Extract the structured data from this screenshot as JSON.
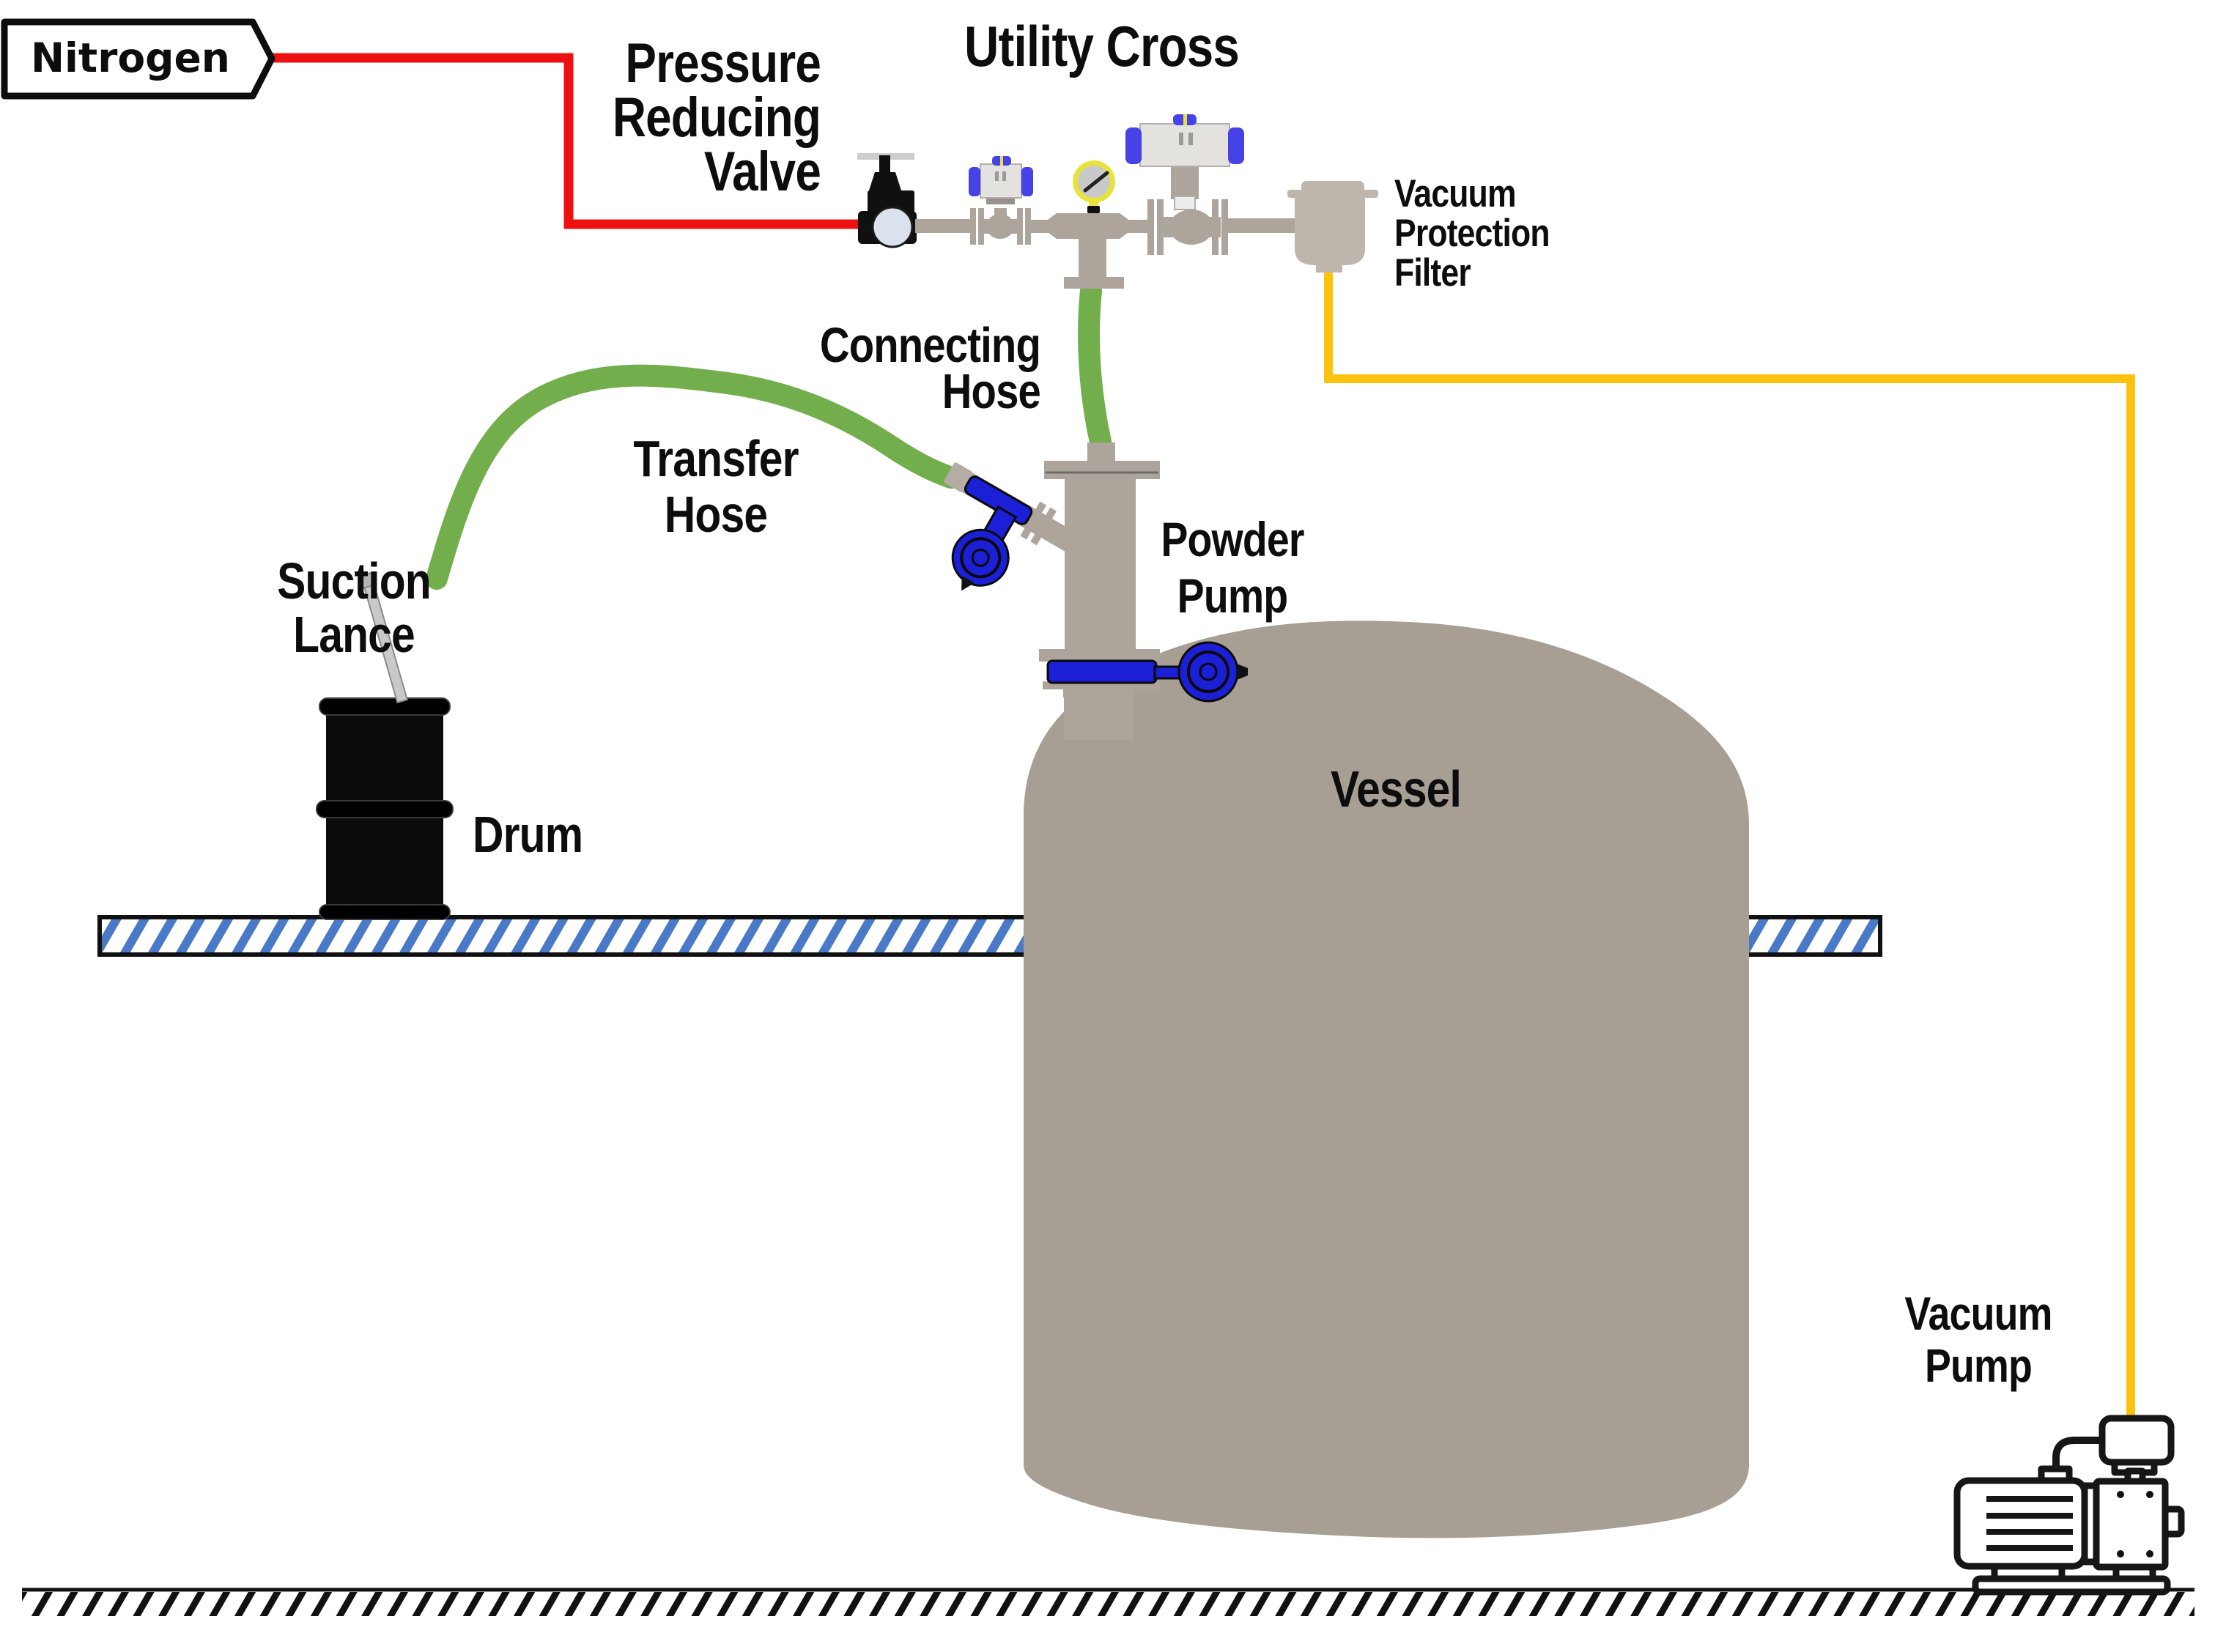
{
  "title": "Vacuum powder transfer system diagram",
  "labels": {
    "nitrogen": "Nitrogen",
    "pressure_reducing_valve": "Pressure\nReducing\nValve",
    "utility_cross": "Utility Cross",
    "vacuum_protection_filter": "Vacuum\nProtection\nFilter",
    "connecting_hose": "Connecting\nHose",
    "transfer_hose": "Transfer\nHose",
    "suction_lance": "Suction\nLance",
    "drum": "Drum",
    "powder_pump": "Powder\nPump",
    "vessel": "Vessel",
    "vacuum_pump": "Vacuum\nPump"
  },
  "colors": {
    "nitrogen_line": "#EE1111",
    "vacuum_line": "#FCC20D",
    "hose": "#72AE4B",
    "pipework": "#ADA49B",
    "vessel": "#A79E94",
    "valve_blue": "#1B1FD6",
    "actuator_blue": "#4642E6",
    "gauge_yellow": "#E6E33C",
    "platform_hatch": "#4A79C8",
    "drum": "#0C0C0C"
  }
}
